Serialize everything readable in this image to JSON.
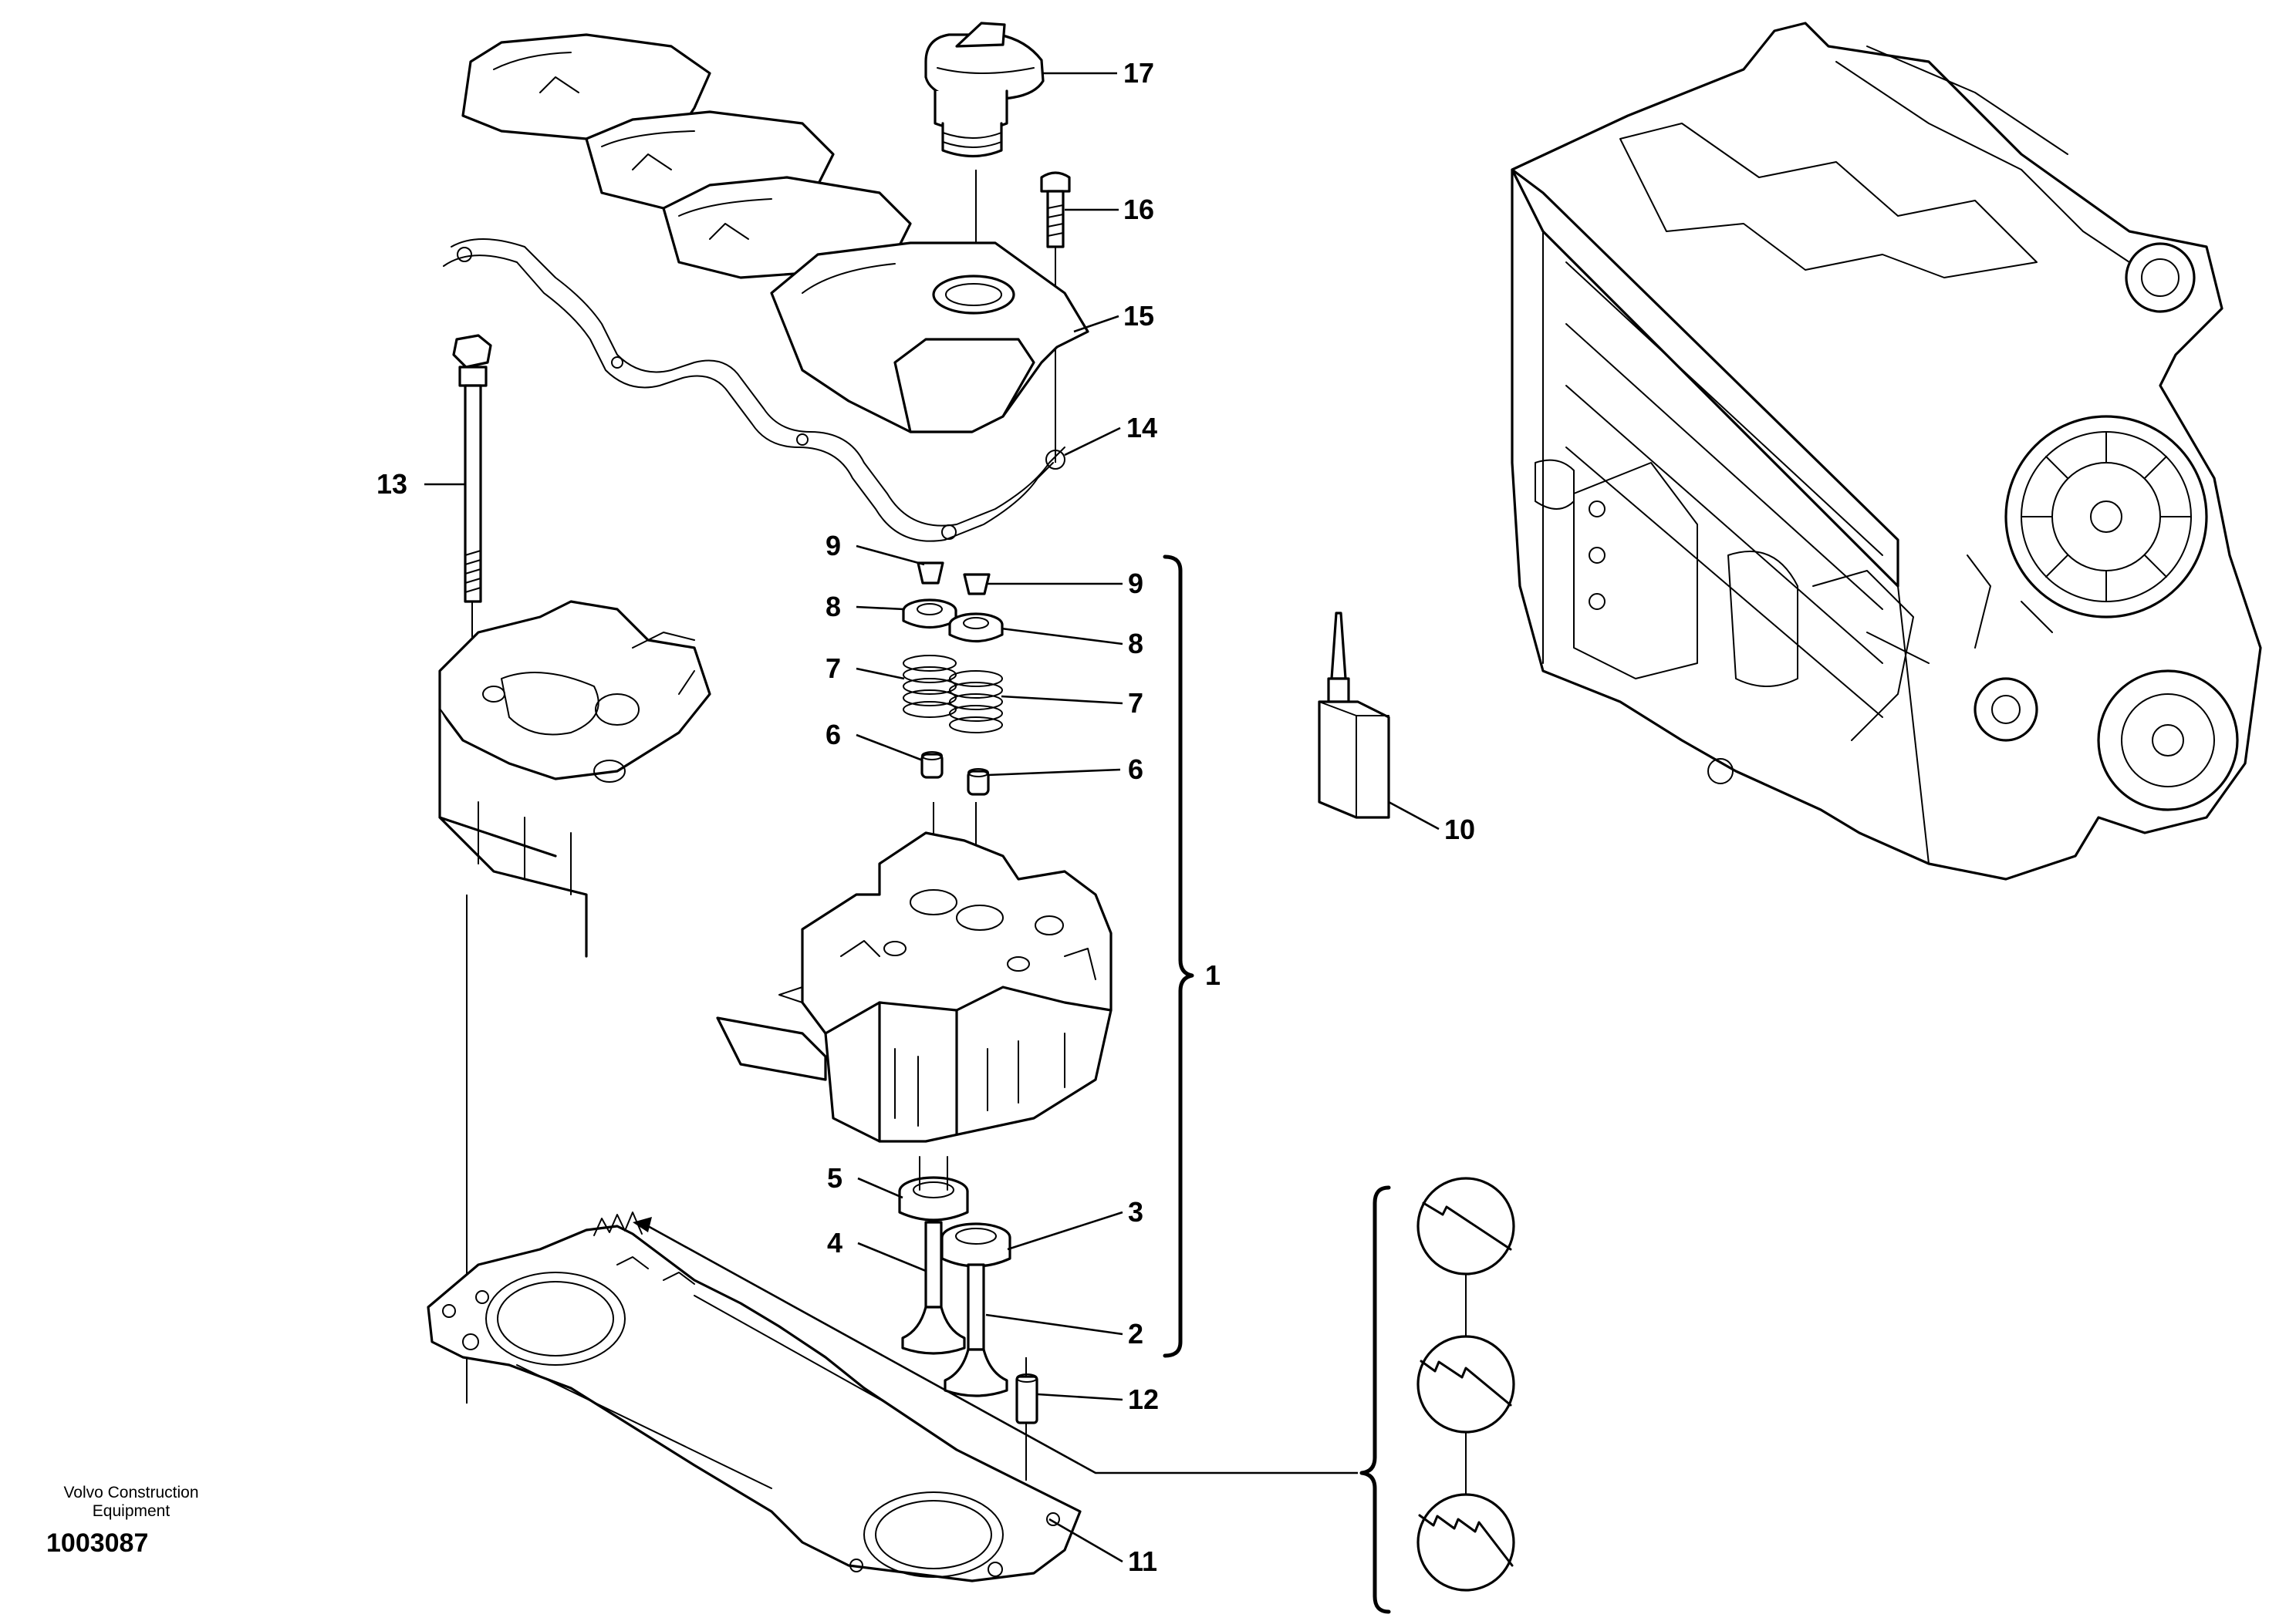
{
  "callouts": {
    "c1": "1",
    "c2": "2",
    "c3": "3",
    "c4": "4",
    "c5": "5",
    "c6a": "6",
    "c6b": "6",
    "c7a": "7",
    "c7b": "7",
    "c8a": "8",
    "c8b": "8",
    "c9a": "9",
    "c9b": "9",
    "c10": "10",
    "c11": "11",
    "c12": "12",
    "c13": "13",
    "c14": "14",
    "c15": "15",
    "c16": "16",
    "c17": "17"
  },
  "footer": {
    "brand_line1": "Volvo Construction",
    "brand_line2": "Equipment",
    "doc_number": "1003087"
  }
}
